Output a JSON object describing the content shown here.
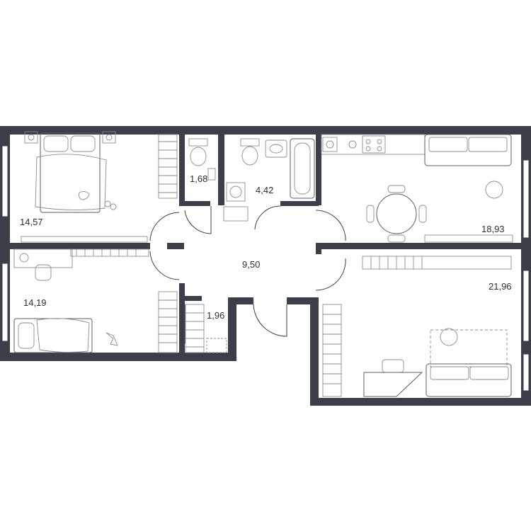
{
  "rooms": [
    {
      "id": "bedroom-1",
      "area": "14,57"
    },
    {
      "id": "bedroom-2",
      "area": "14,19"
    },
    {
      "id": "toilet",
      "area": "1,68"
    },
    {
      "id": "bathroom",
      "area": "4,42"
    },
    {
      "id": "hall",
      "area": "9,50"
    },
    {
      "id": "storage",
      "area": "1,96"
    },
    {
      "id": "kitchen-living",
      "area": "18,93"
    },
    {
      "id": "living-room",
      "area": "21,96"
    }
  ],
  "colors": {
    "wall": "#3b3f4a",
    "furniture": "#8a8d94",
    "background": "#ffffff"
  }
}
